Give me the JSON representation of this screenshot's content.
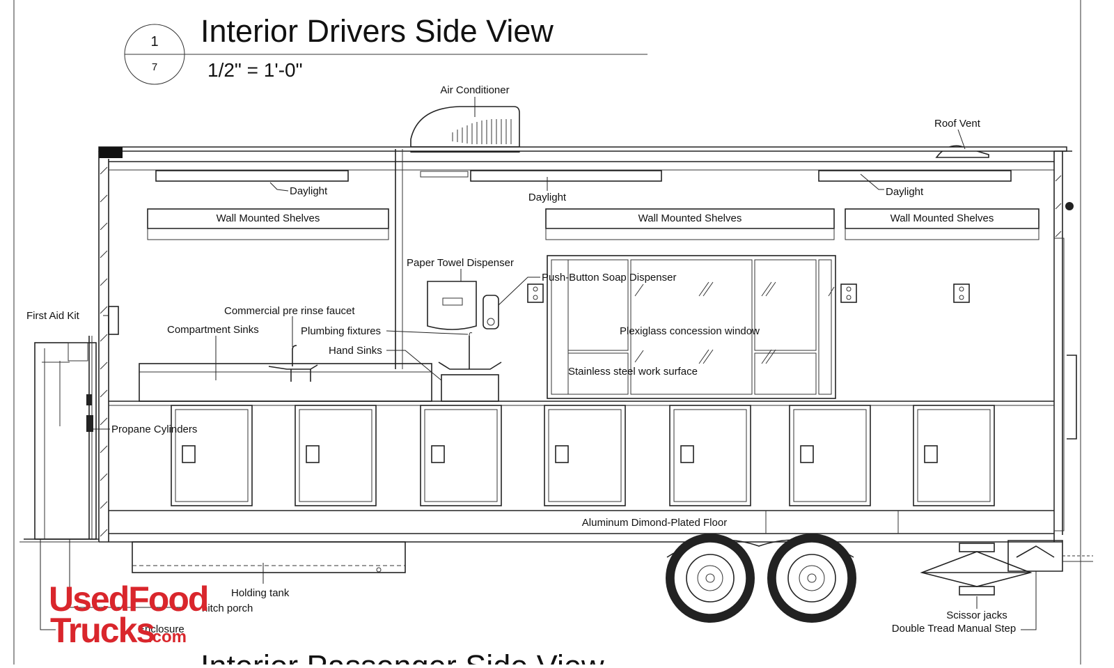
{
  "drawing": {
    "sheet_number": "1",
    "sheet_total": "7",
    "title": "Interior Drivers Side View",
    "scale": "1/2\" = 1'-0\"",
    "bottom_title_partial": "Interior Passenger Side View"
  },
  "labels": {
    "air_conditioner": "Air Conditioner",
    "roof_vent": "Roof Vent",
    "daylight_1": "Daylight",
    "daylight_2": "Daylight",
    "daylight_3": "Daylight",
    "shelves_1": "Wall Mounted Shelves",
    "shelves_2": "Wall Mounted Shelves",
    "shelves_3": "Wall Mounted Shelves",
    "paper_towel": "Paper Towel Dispenser",
    "soap": "Push-Button Soap Dispenser",
    "first_aid": "First Aid Kit",
    "faucet": "Commercial pre rinse faucet",
    "compartment_sinks": "Compartment Sinks",
    "plumbing": "Plumbing fixtures",
    "hand_sinks": "Hand Sinks",
    "window": "Plexiglass concession window",
    "work_surface": "Stainless steel work surface",
    "propane": "Propane Cylinders",
    "floor": "Aluminum Dimond-Plated Floor",
    "holding_tank": "Holding tank",
    "hitch_porch": "hitch porch",
    "enclosure": "Enclosure",
    "scissor_jacks": "Scissor jacks",
    "step": "Double Tread Manual Step"
  },
  "logo": {
    "line1": "UsedFood",
    "line2": "Trucks",
    "suffix": ".com"
  },
  "colors": {
    "logo_red": "#d9262c",
    "line": "#222222"
  }
}
